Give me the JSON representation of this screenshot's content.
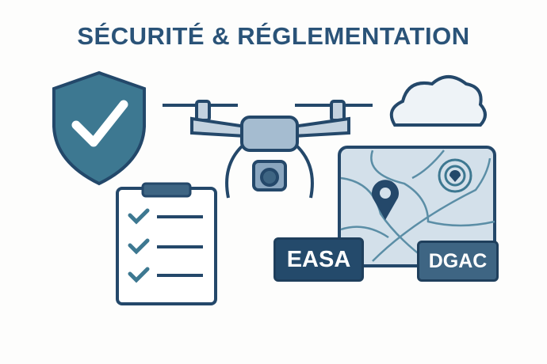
{
  "title": "SÉCURITÉ & RÉGLEMENTATION",
  "badges": {
    "easa": "EASA",
    "dgac": "DGAC"
  },
  "colors": {
    "navy": "#244a6b",
    "teal": "#3d7891",
    "light": "#d3e0ea"
  }
}
